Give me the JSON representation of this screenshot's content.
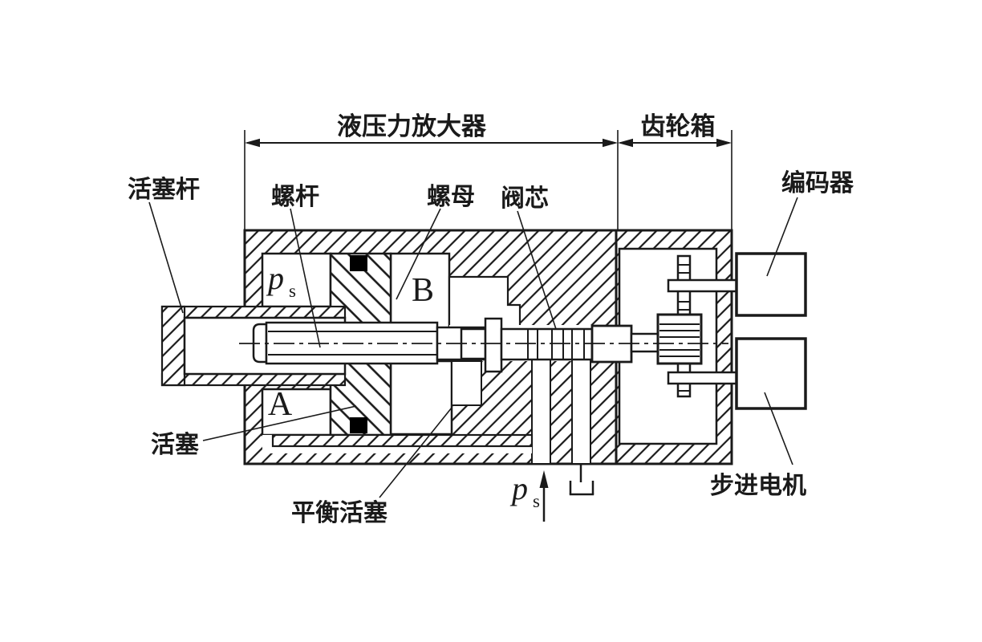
{
  "dims": {
    "amplifier": "液压力放大器",
    "gearbox": "齿轮箱"
  },
  "labels": {
    "piston_rod": "活塞杆",
    "screw": "螺杆",
    "nut": "螺母",
    "valve_spool": "阀芯",
    "encoder": "编码器",
    "piston": "活塞",
    "balance_piston": "平衡活塞",
    "stepper_motor": "步进电机"
  },
  "chambers": {
    "a": "A",
    "b": "B"
  },
  "pressure": {
    "symbol": "p",
    "subscript": "s"
  },
  "colors": {
    "line": "#1a1a1a",
    "background": "#ffffff",
    "seal": "#000000"
  }
}
